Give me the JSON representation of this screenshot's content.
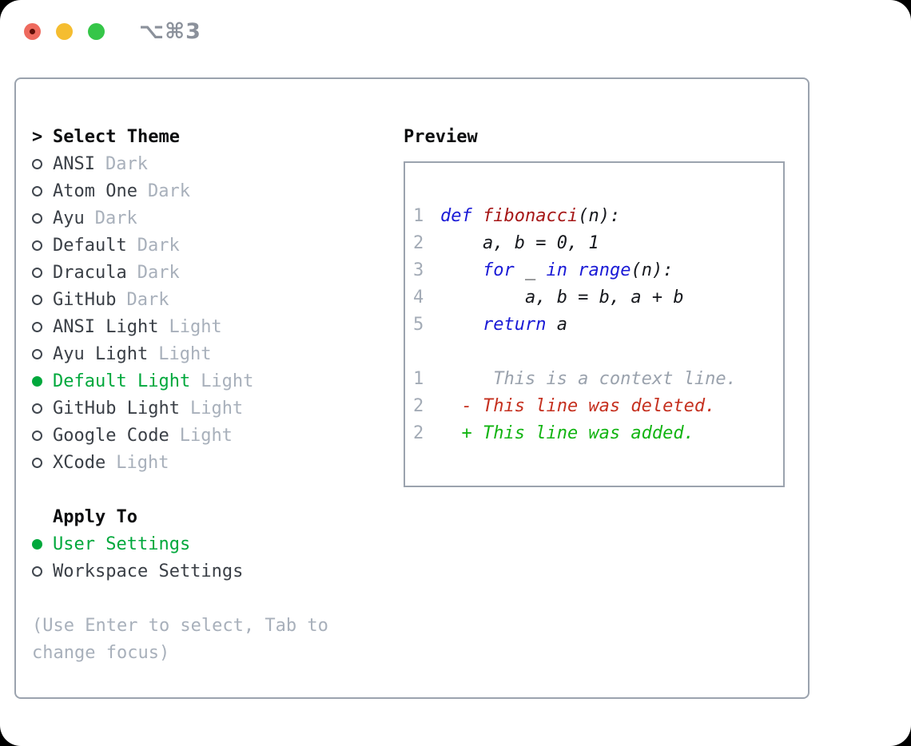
{
  "titlebar": {
    "shortcut": "⌥⌘3"
  },
  "theme_selector": {
    "prompt_char": ">",
    "title": "Select Theme",
    "items": [
      {
        "name": "ANSI",
        "variant": "Dark",
        "selected": false
      },
      {
        "name": "Atom One",
        "variant": "Dark",
        "selected": false
      },
      {
        "name": "Ayu",
        "variant": "Dark",
        "selected": false
      },
      {
        "name": "Default",
        "variant": "Dark",
        "selected": false
      },
      {
        "name": "Dracula",
        "variant": "Dark",
        "selected": false
      },
      {
        "name": "GitHub",
        "variant": "Dark",
        "selected": false
      },
      {
        "name": "ANSI Light",
        "variant": "Light",
        "selected": false
      },
      {
        "name": "Ayu Light",
        "variant": "Light",
        "selected": false
      },
      {
        "name": "Default Light",
        "variant": "Light",
        "selected": true
      },
      {
        "name": "GitHub Light",
        "variant": "Light",
        "selected": false
      },
      {
        "name": "Google Code",
        "variant": "Light",
        "selected": false
      },
      {
        "name": "XCode",
        "variant": "Light",
        "selected": false
      }
    ]
  },
  "apply_to": {
    "title": "Apply To",
    "options": [
      {
        "label": "User Settings",
        "selected": true
      },
      {
        "label": "Workspace Settings",
        "selected": false
      }
    ]
  },
  "hint_lines": [
    "(Use Enter to select, Tab to",
    "change focus)"
  ],
  "preview": {
    "title": "Preview",
    "code_lines": [
      {
        "num": "1",
        "segments": [
          {
            "text": "def ",
            "style": "keyword"
          },
          {
            "text": "fibonacci",
            "style": "function"
          },
          {
            "text": "(n):",
            "style": "plain"
          }
        ]
      },
      {
        "num": "2",
        "segments": [
          {
            "text": "    a, b = 0, 1",
            "style": "plain"
          }
        ]
      },
      {
        "num": "3",
        "segments": [
          {
            "text": "    ",
            "style": "plain"
          },
          {
            "text": "for",
            "style": "keyword"
          },
          {
            "text": " _ ",
            "style": "plain"
          },
          {
            "text": "in",
            "style": "keyword"
          },
          {
            "text": " ",
            "style": "plain"
          },
          {
            "text": "range",
            "style": "keyword"
          },
          {
            "text": "(n):",
            "style": "plain"
          }
        ]
      },
      {
        "num": "4",
        "segments": [
          {
            "text": "        a, b = b, a + b",
            "style": "plain"
          }
        ]
      },
      {
        "num": "5",
        "segments": [
          {
            "text": "    ",
            "style": "plain"
          },
          {
            "text": "return",
            "style": "keyword"
          },
          {
            "text": " a",
            "style": "plain"
          }
        ]
      }
    ],
    "diff_lines": [
      {
        "num": "1",
        "text": "     This is a context line.",
        "kind": "context"
      },
      {
        "num": "2",
        "text": "  - This line was deleted.",
        "kind": "deleted"
      },
      {
        "num": "2",
        "text": "  + This line was added.",
        "kind": "added"
      }
    ]
  },
  "colors": {
    "selected_green": "#00a83c",
    "keyword_blue": "#1a1ad6",
    "function_red": "#a61717",
    "diff_deleted_red": "#c5301f",
    "diff_added_green": "#12b412",
    "muted_gray": "#a8b0bb",
    "border_gray": "#9ba3ae",
    "traffic_red": "#ee6a5e",
    "traffic_yellow": "#f5bd30",
    "traffic_green": "#35c648"
  }
}
